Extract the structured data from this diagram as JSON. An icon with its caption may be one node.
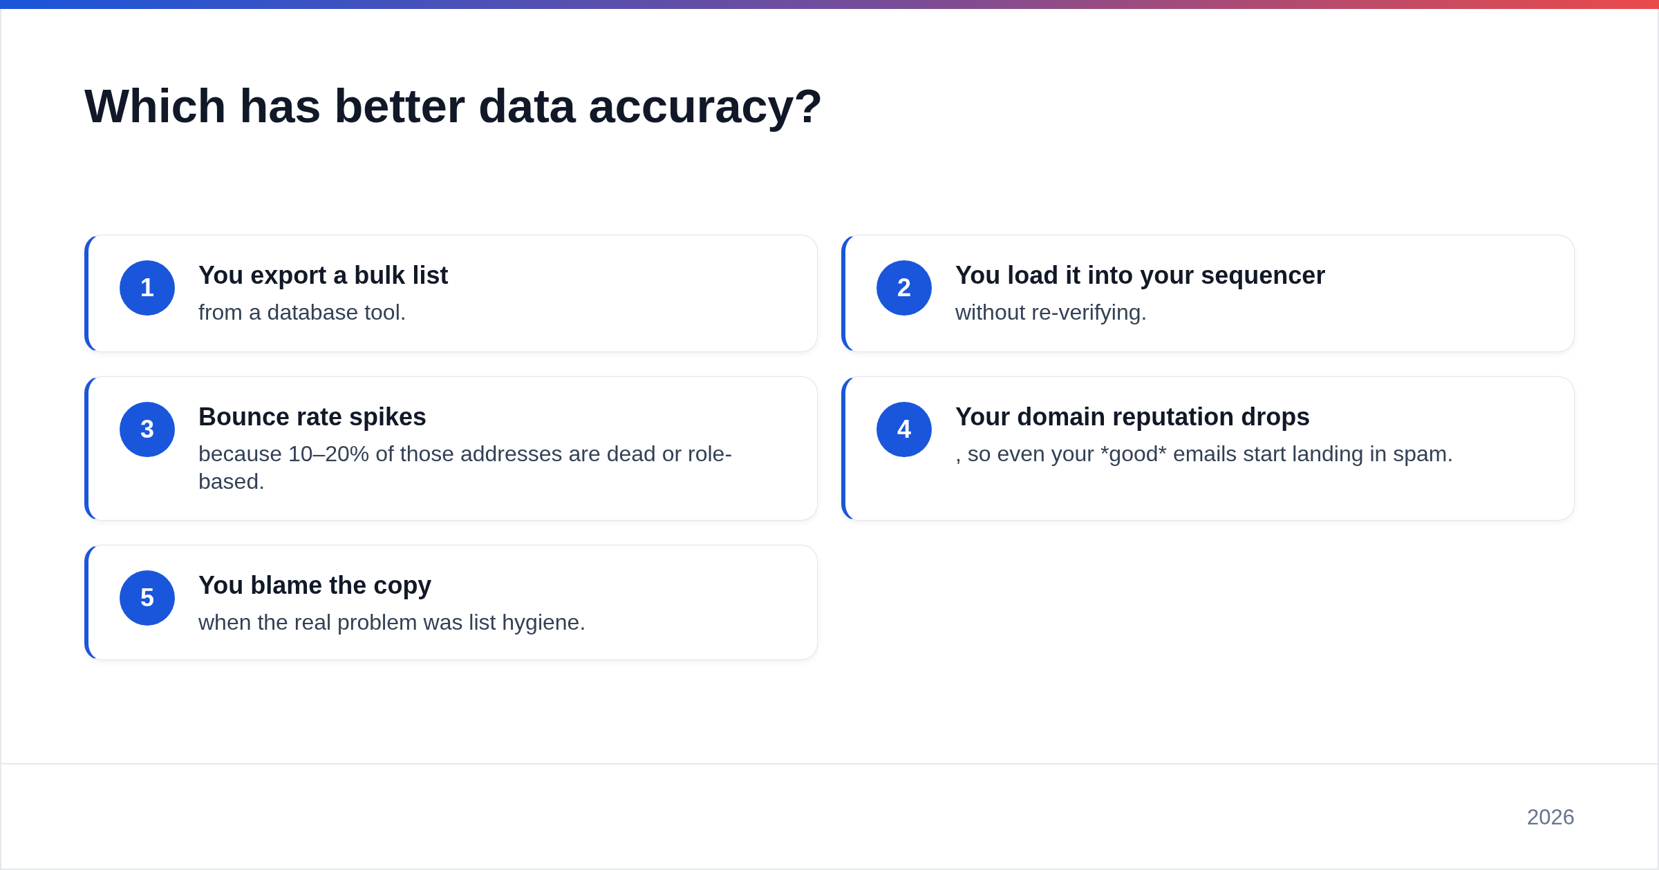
{
  "diagram": {
    "title": "Which has better data accuracy?",
    "nodes": [
      {
        "text": [
          "You export a bulk list",
          "from a database tool."
        ]
      },
      {
        "text": [
          "1"
        ],
        "in": 0
      },
      {
        "text": [
          "You load it into your sequencer",
          "without re-verifying."
        ]
      },
      {
        "text": [
          "2"
        ],
        "in": 2
      },
      {
        "text": [
          "Bounce rate spikes",
          "because 10–20% of those addresses are dead or role-based."
        ]
      },
      {
        "text": [
          "3"
        ],
        "in": 4
      },
      {
        "text": [
          "Your domain reputation drops",
          ", so even your *good* emails start landing in spam."
        ]
      },
      {
        "text": [
          "4"
        ],
        "in": 6
      },
      {
        "text": [
          "You blame the copy",
          "when the real problem was list hygiene."
        ]
      },
      {
        "text": [
          "5"
        ],
        "in": 8
      }
    ],
    "labels": [
      "2026"
    ]
  }
}
